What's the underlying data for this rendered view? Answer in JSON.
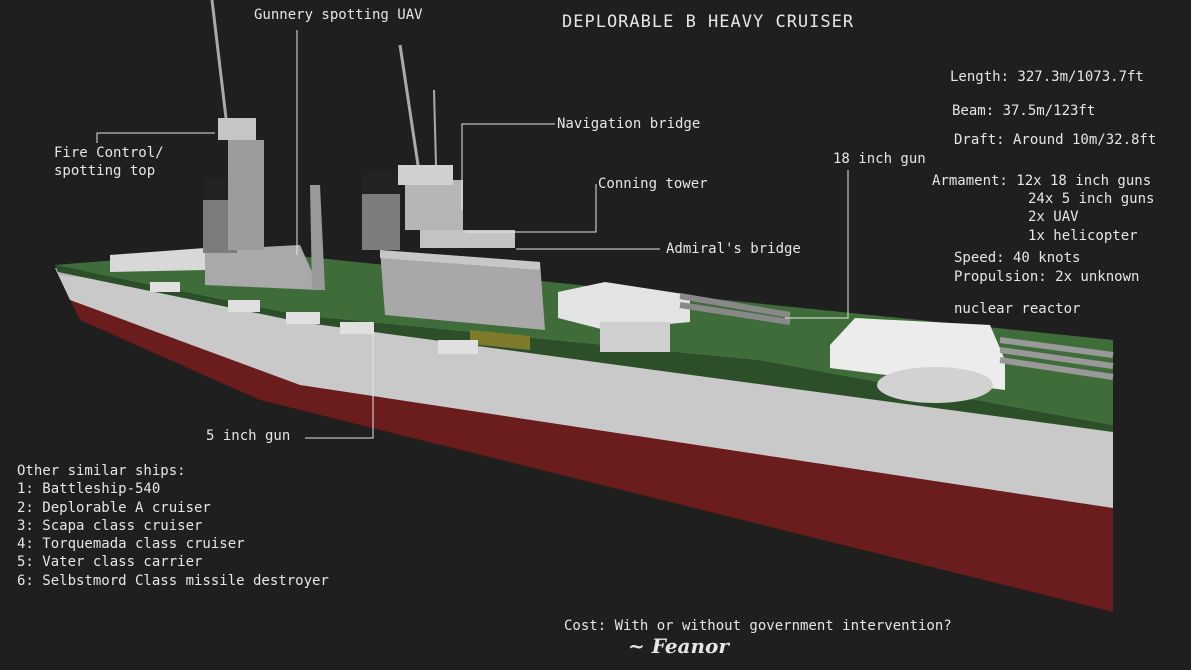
{
  "title": "DEPLORABLE B HEAVY CRUISER",
  "callouts": {
    "gunnery_uav": "Gunnery spotting UAV",
    "fire_control_1": "Fire Control/",
    "fire_control_2": "spotting top",
    "navigation_bridge": "Navigation bridge",
    "conning_tower": "Conning tower",
    "admirals_bridge": "Admiral's bridge",
    "gun_18": "18 inch gun",
    "gun_5": "5 inch gun"
  },
  "specs": {
    "length": "Length: 327.3m/1073.7ft",
    "beam": "Beam: 37.5m/123ft",
    "draft": "Draft: Around 10m/32.8ft",
    "armament": "Armament: 12x 18 inch guns",
    "armament_lines": [
      "24x 5 inch guns",
      "2x UAV",
      "1x helicopter"
    ],
    "speed": "Speed: 40 knots",
    "propulsion": "Propulsion: 2x unknown",
    "reactor": "nuclear reactor"
  },
  "similar": {
    "heading": "Other similar ships:",
    "items": [
      "1: Battleship-540",
      "2: Deplorable A cruiser",
      "3: Scapa class cruiser",
      "4: Torquemada class cruiser",
      "5: Vater class carrier",
      "6: Selbstmord Class missile destroyer"
    ]
  },
  "cost": "Cost: With or without government intervention?",
  "signature": "~ Feanor",
  "colors": {
    "background": "#1f1f1f",
    "deck": "#3e6b3a",
    "hull": "#c8c8c8",
    "waterline": "#6b1c1c",
    "text": "#e6e6e6"
  }
}
